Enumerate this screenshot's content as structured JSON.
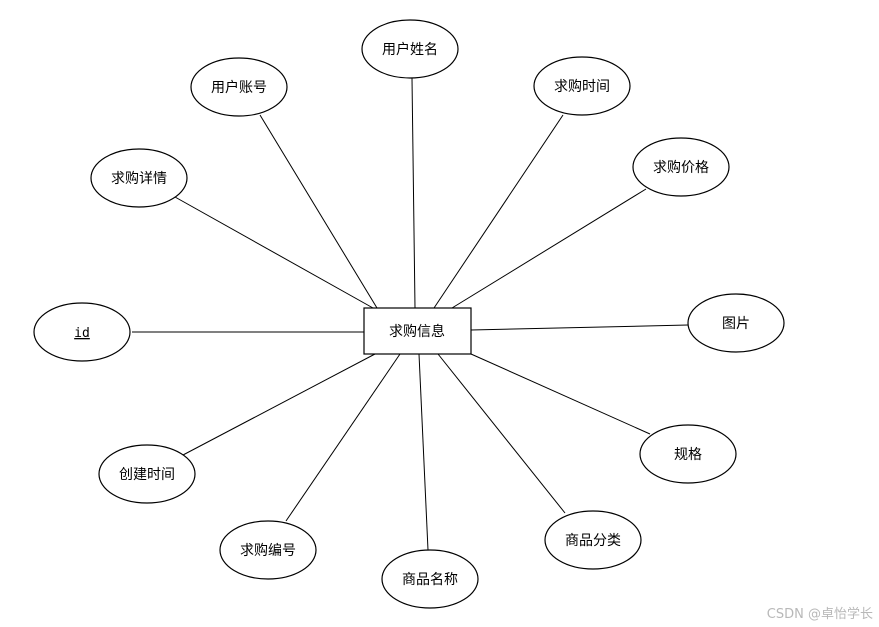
{
  "entity": {
    "label": "求购信息"
  },
  "attributes": [
    {
      "key": "id",
      "label": "id",
      "primary_key": true
    },
    {
      "key": "user-account",
      "label": "用户账号"
    },
    {
      "key": "user-name",
      "label": "用户姓名"
    },
    {
      "key": "purchase-time",
      "label": "求购时间"
    },
    {
      "key": "purchase-price",
      "label": "求购价格"
    },
    {
      "key": "image",
      "label": "图片"
    },
    {
      "key": "spec",
      "label": "规格"
    },
    {
      "key": "product-category",
      "label": "商品分类"
    },
    {
      "key": "product-name",
      "label": "商品名称"
    },
    {
      "key": "purchase-number",
      "label": "求购编号"
    },
    {
      "key": "create-time",
      "label": "创建时间"
    },
    {
      "key": "purchase-details",
      "label": "求购详情"
    }
  ],
  "watermark": "CSDN @卓怡学长"
}
